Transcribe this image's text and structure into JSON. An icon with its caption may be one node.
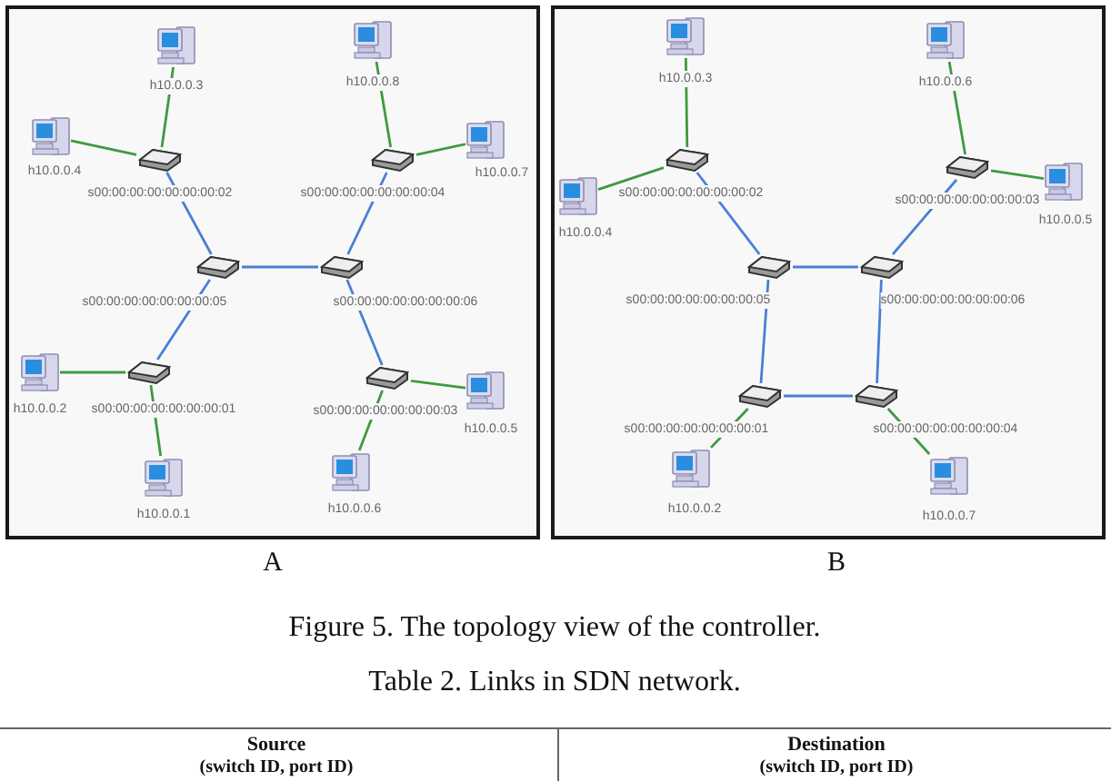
{
  "diagram": {
    "caption": "Figure 5. The topology view of the controller.",
    "nodes": [
      {
        "text": [
          "A"
        ]
      },
      {
        "text": [
          "h10.0.0.3"
        ],
        "in": 0
      },
      {
        "text": [
          "h10.0.0.8"
        ],
        "in": 0
      },
      {
        "text": [
          "h10.0.0.4"
        ],
        "in": 0
      },
      {
        "text": [
          "h10.0.0.7"
        ],
        "in": 0
      },
      {
        "text": [
          "s00:00:00:00:00:00:00:02"
        ],
        "in": 0
      },
      {
        "text": [
          "s00:00:00:00:00:00:00:04"
        ],
        "in": 0
      },
      {
        "text": [
          "s00:00:00:00:00:00:00:05"
        ],
        "in": 0
      },
      {
        "text": [
          "s00:00:00:00:00:00:00:06"
        ],
        "in": 0
      },
      {
        "text": [
          "h10.0.0.2"
        ],
        "in": 0
      },
      {
        "text": [
          "s00:00:00:00:00:00:00:01"
        ],
        "in": 0
      },
      {
        "text": [
          "s00:00:00:00:00:00:00:03"
        ],
        "in": 0
      },
      {
        "text": [
          "h10.0.0.5"
        ],
        "in": 0
      },
      {
        "text": [
          "h10.0.0.1"
        ],
        "in": 0
      },
      {
        "text": [
          "h10.0.0.6"
        ],
        "in": 0
      },
      {
        "text": [
          "B"
        ]
      },
      {
        "text": [
          "h10.0.0.3"
        ],
        "in": 15
      },
      {
        "text": [
          "h10.0.0.6"
        ],
        "in": 15
      },
      {
        "text": [
          "s00:00:00:00:00:00:00:02"
        ],
        "in": 15
      },
      {
        "text": [
          "s00:00:00:00:00:00:00:03"
        ],
        "in": 15
      },
      {
        "text": [
          "h10.0.0.4"
        ],
        "in": 15
      },
      {
        "text": [
          "h10.0.0.5"
        ],
        "in": 15
      },
      {
        "text": [
          "s00:00:00:00:00:00:00:05"
        ],
        "in": 15
      },
      {
        "text": [
          "s00:00:00:00:00:00:00:06"
        ],
        "in": 15
      },
      {
        "text": [
          "s00:00:00:00:00:00:00:01"
        ],
        "in": 15
      },
      {
        "text": [
          "s00:00:00:00:00:00:00:04"
        ],
        "in": 15
      },
      {
        "text": [
          "h10.0.0.2"
        ],
        "in": 15
      },
      {
        "text": [
          "h10.0.0.7"
        ],
        "in": 15
      }
    ],
    "edges": [
      {
        "from": 5,
        "to": 1,
        "arrow": "none"
      },
      {
        "from": 5,
        "to": 3,
        "arrow": "none"
      },
      {
        "from": 6,
        "to": 2,
        "arrow": "none"
      },
      {
        "from": 6,
        "to": 4,
        "arrow": "none"
      },
      {
        "from": 5,
        "to": 7,
        "arrow": "none",
        "color": "#4a7fd4"
      },
      {
        "from": 6,
        "to": 8,
        "arrow": "none",
        "color": "#4a7fd4"
      },
      {
        "from": 7,
        "to": 8,
        "arrow": "none",
        "color": "#4a7fd4"
      },
      {
        "from": 7,
        "to": 10,
        "arrow": "none",
        "color": "#4a7fd4"
      },
      {
        "from": 8,
        "to": 11,
        "arrow": "none",
        "color": "#4a7fd4"
      },
      {
        "from": 10,
        "to": 9,
        "arrow": "none"
      },
      {
        "from": 10,
        "to": 13,
        "arrow": "none"
      },
      {
        "from": 11,
        "to": 12,
        "arrow": "none"
      },
      {
        "from": 11,
        "to": 14,
        "arrow": "none"
      },
      {
        "from": 18,
        "to": 16,
        "arrow": "none"
      },
      {
        "from": 18,
        "to": 20,
        "arrow": "none"
      },
      {
        "from": 19,
        "to": 17,
        "arrow": "none"
      },
      {
        "from": 19,
        "to": 21,
        "arrow": "none"
      },
      {
        "from": 18,
        "to": 22,
        "arrow": "none",
        "color": "#4a7fd4"
      },
      {
        "from": 19,
        "to": 23,
        "arrow": "none",
        "color": "#4a7fd4"
      },
      {
        "from": 22,
        "to": 23,
        "arrow": "none",
        "color": "#4a7fd4"
      },
      {
        "from": 22,
        "to": 24,
        "arrow": "none",
        "color": "#4a7fd4"
      },
      {
        "from": 23,
        "to": 25,
        "arrow": "none",
        "color": "#4a7fd4"
      },
      {
        "from": 24,
        "to": 25,
        "arrow": "none",
        "color": "#4a7fd4"
      },
      {
        "from": 24,
        "to": 26,
        "arrow": "none"
      },
      {
        "from": 25,
        "to": 27,
        "arrow": "none"
      }
    ],
    "labels": [
      "Table 2. Links in SDN network.",
      "Source",
      "(switch ID, port ID)",
      "Destination",
      "(switch ID, port ID)"
    ]
  }
}
